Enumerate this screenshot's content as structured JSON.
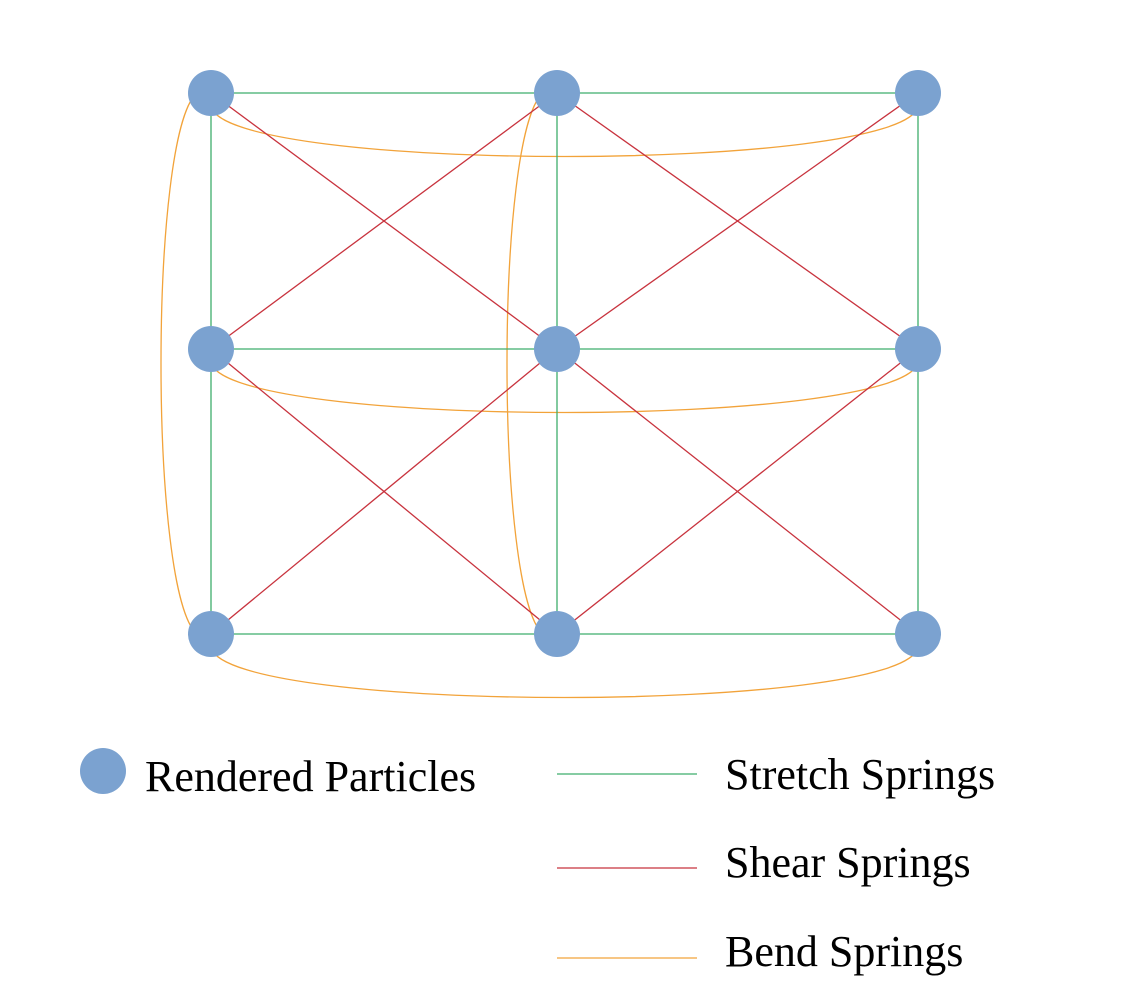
{
  "diagram": {
    "grid": {
      "rows": 3,
      "cols": 3
    },
    "colors": {
      "particle": "#7BA2D0",
      "stretch": "#3FAE6C",
      "shear": "#C8333E",
      "bend": "#F2A33A"
    },
    "legend": {
      "particles": "Rendered Particles",
      "stretch": "Stretch Springs",
      "shear": "Shear Springs",
      "bend": "Bend Springs"
    }
  }
}
